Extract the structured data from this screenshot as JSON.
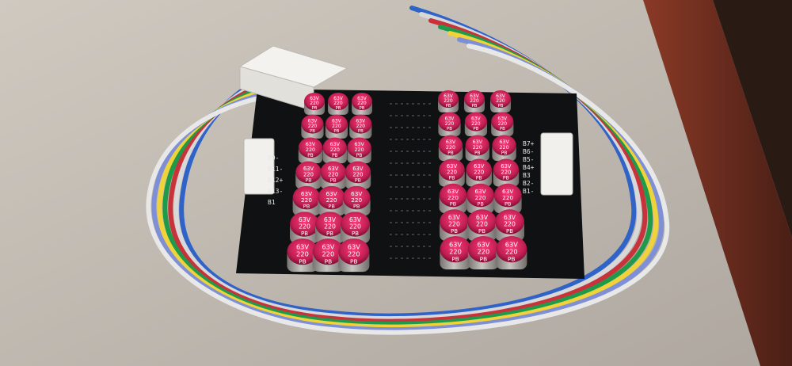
{
  "photo": {
    "board": {
      "capacitor_top_text": "63V",
      "capacitor_mid_text": "220",
      "capacitor_bottom_text": "PB",
      "left_pad_labels": [
        "B9-",
        "B11-",
        "B12+",
        "B13-",
        "B1"
      ],
      "right_pad_labels": [
        "B7+",
        "B6-",
        "B5-",
        "B4+",
        "B3",
        "B2-",
        "B1-"
      ]
    },
    "wire_colors": [
      "#2f63c8",
      "#d8d8d8",
      "#c8323a",
      "#1e9a4a",
      "#f0d23a",
      "#7f8fd6",
      "#e8e8e8"
    ],
    "colors": {
      "countertop": "#bdb6ad",
      "wood_edge": "#6a2c1e",
      "pcb": "#101113",
      "capacitor_body": "#a7a4a0",
      "capacitor_top": "#c01f52"
    }
  }
}
